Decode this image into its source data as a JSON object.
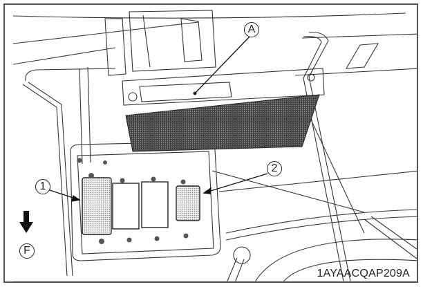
{
  "figure": {
    "id": "1AYAACQAP209A",
    "callouts": {
      "A": "A",
      "one": "1",
      "two": "2",
      "front": "F"
    },
    "direction_arrow": "down-arrow-icon"
  }
}
